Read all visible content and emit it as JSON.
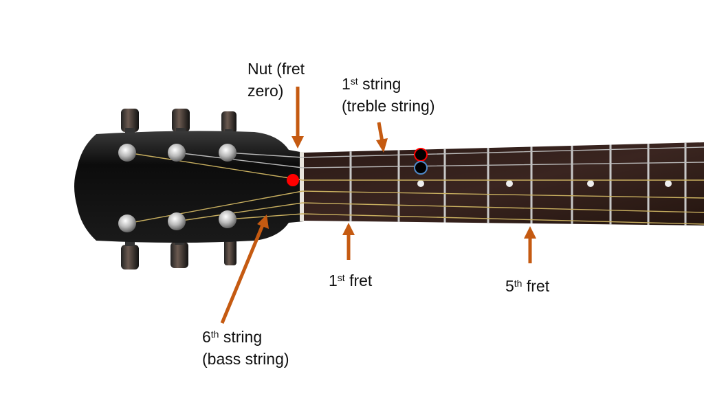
{
  "labels": {
    "nut": {
      "line1": "Nut (fret",
      "line2": "zero)"
    },
    "first_string": {
      "num": "1",
      "sup": "st",
      "rest": " string",
      "line2": "(treble string)"
    },
    "sixth_string": {
      "num": "6",
      "sup": "th",
      "rest": " string",
      "line2": "(bass string)"
    },
    "first_fret": {
      "num": "1",
      "sup": "st",
      "rest": " fret"
    },
    "fifth_fret": {
      "num": "5",
      "sup": "th",
      "rest": " fret"
    }
  },
  "colors": {
    "arrow": "#c55a11",
    "fretboard": "#2a1a15",
    "headstock": "#111111",
    "marker_red": "#ff0000",
    "marker_blue_ring": "#4f8ac9"
  }
}
